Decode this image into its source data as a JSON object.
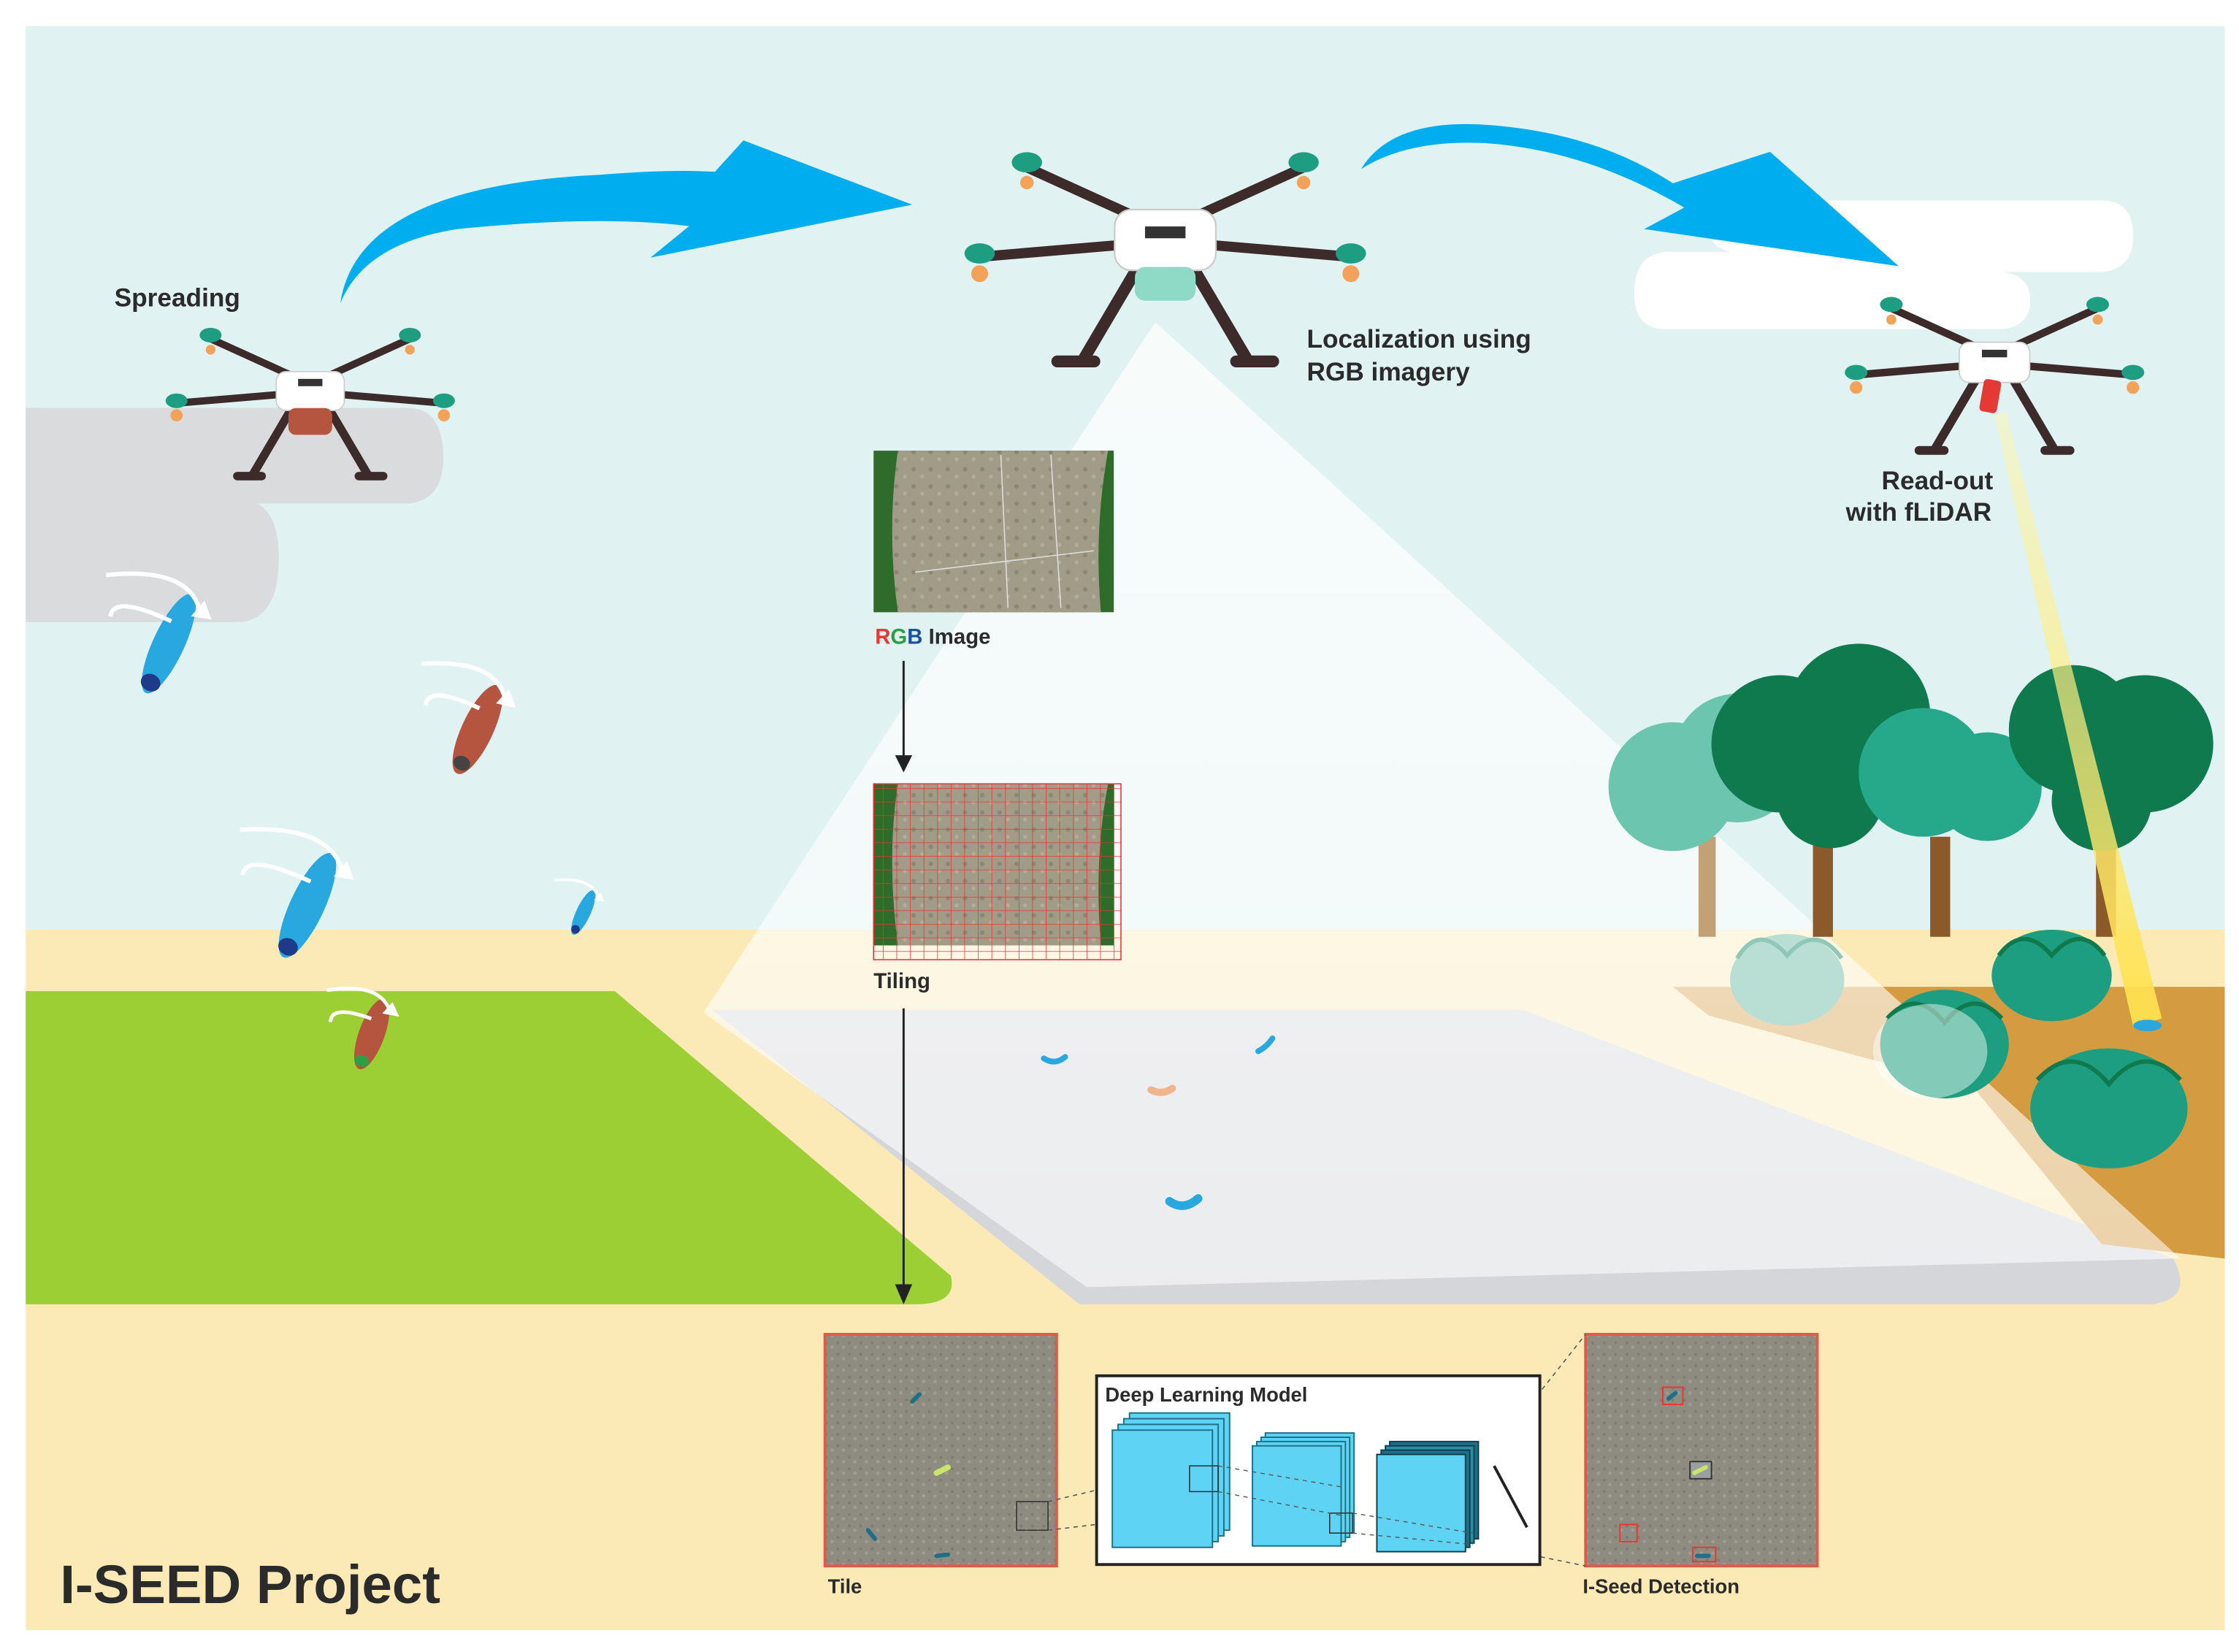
{
  "labels": {
    "spreading": "Spreading",
    "localization_line1": "Localization using",
    "localization_line2": "RGB imagery",
    "readout_line1": "Read-out",
    "readout_line2": "with fLiDAR",
    "rgb_r": "R",
    "rgb_g": "G",
    "rgb_b": "B",
    "rgb_rest": " Image",
    "tiling": "Tiling",
    "tile": "Tile",
    "deep_learning_model": "Deep Learning Model",
    "iseed_detection": "I-Seed Detection",
    "project_title": "I-SEED Project"
  },
  "colors": {
    "sky": "#e0f2f1",
    "sand": "#fbe9b6",
    "grass": "#9ccf33",
    "arrow_blue": "#00aeef",
    "drone_arm": "#3d2b2b",
    "rotor_teal": "#1e9e80",
    "seed_blue": "#29a8e0",
    "seed_red": "#b5543f",
    "tree_dark": "#0f7a4e",
    "tree_teal": "#25a98a",
    "trunk": "#8b5a2b",
    "cnn_cyan": "#5fd3f3",
    "cnn_dark": "#1f6f86",
    "tile_border": "#e05a4a",
    "rgb_red": "#e53935",
    "rgb_green": "#2e9e44",
    "rgb_blue": "#1e4fa0"
  }
}
